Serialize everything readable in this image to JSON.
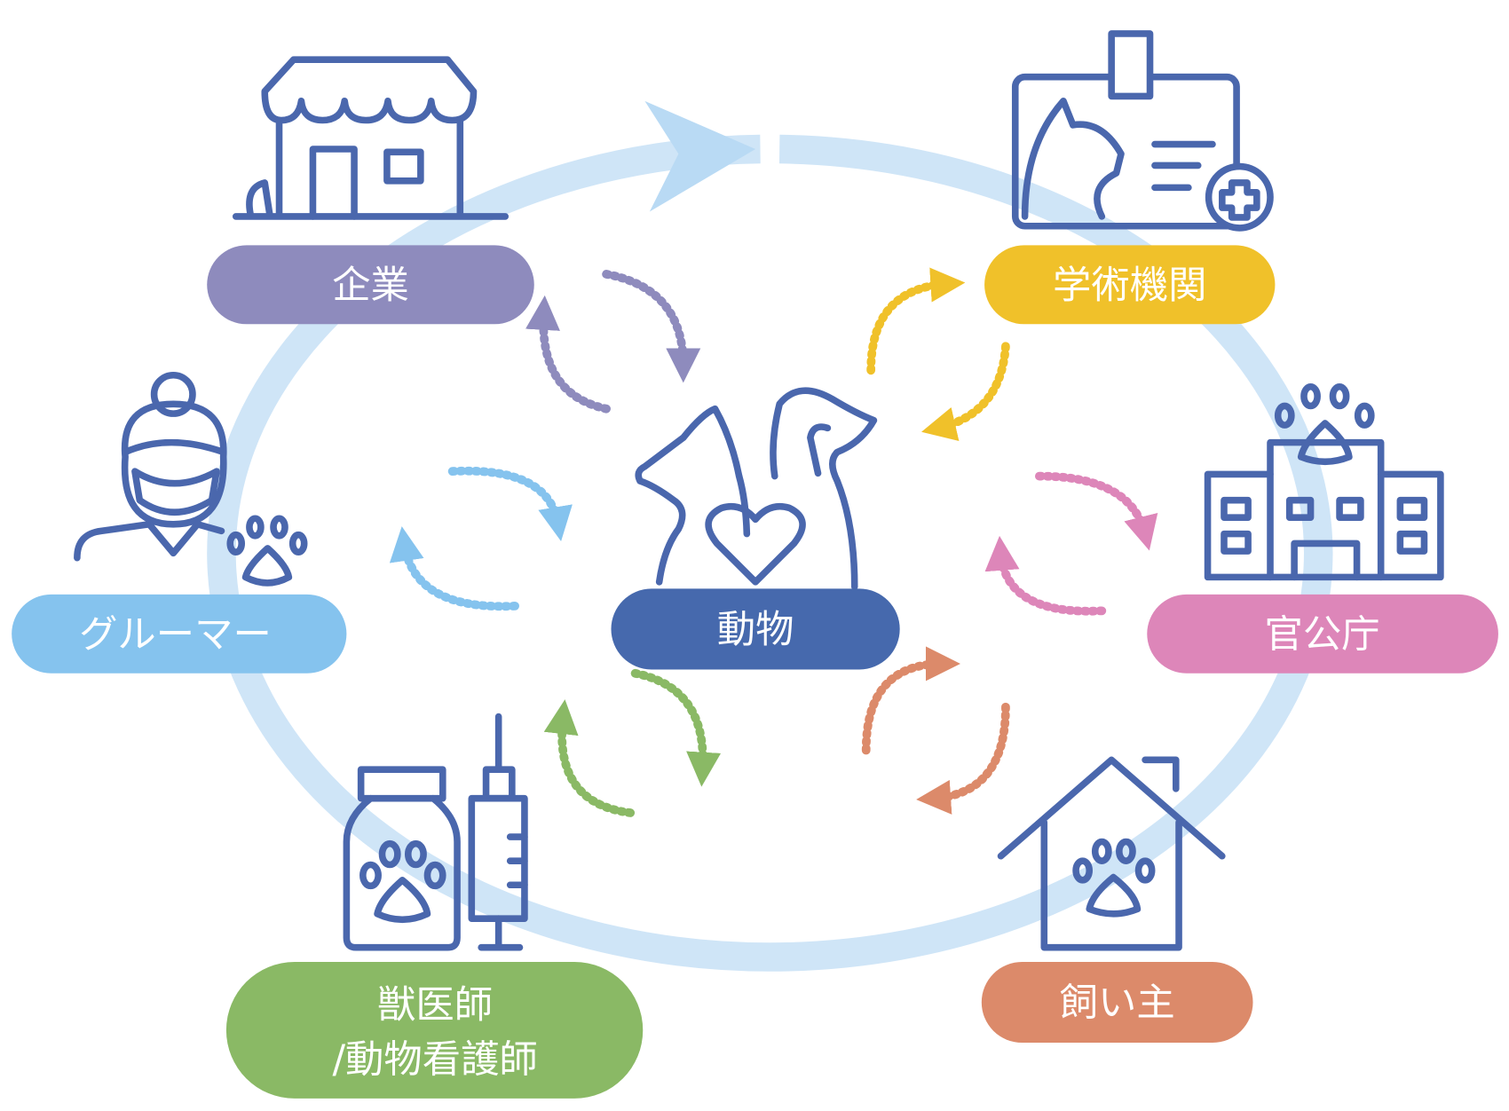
{
  "center": {
    "label": "動物",
    "icon": "cat-dog-heart-icon"
  },
  "nodes": [
    {
      "id": "company",
      "label": "企業",
      "icon": "shop-icon",
      "color": "#8e8bbd"
    },
    {
      "id": "academic",
      "label": "学術機関",
      "icon": "cat-id-card-icon",
      "color": "#f0c12a"
    },
    {
      "id": "government",
      "label": "官公庁",
      "icon": "government-building-icon",
      "color": "#dd86b9"
    },
    {
      "id": "owner",
      "label": "飼い主",
      "icon": "house-paw-icon",
      "color": "#dc8a6a"
    },
    {
      "id": "vet",
      "label_line1": "獣医師",
      "label_line2": "/動物看護師",
      "icon": "medicine-syringe-icon",
      "color": "#8ab965"
    },
    {
      "id": "groomer",
      "label": "グルーマー",
      "icon": "groomer-person-icon",
      "color": "#85c3ee"
    }
  ],
  "colors": {
    "center": "#4669ad",
    "ring": "#cfe5f7",
    "icon_stroke": "#4a67ad"
  }
}
